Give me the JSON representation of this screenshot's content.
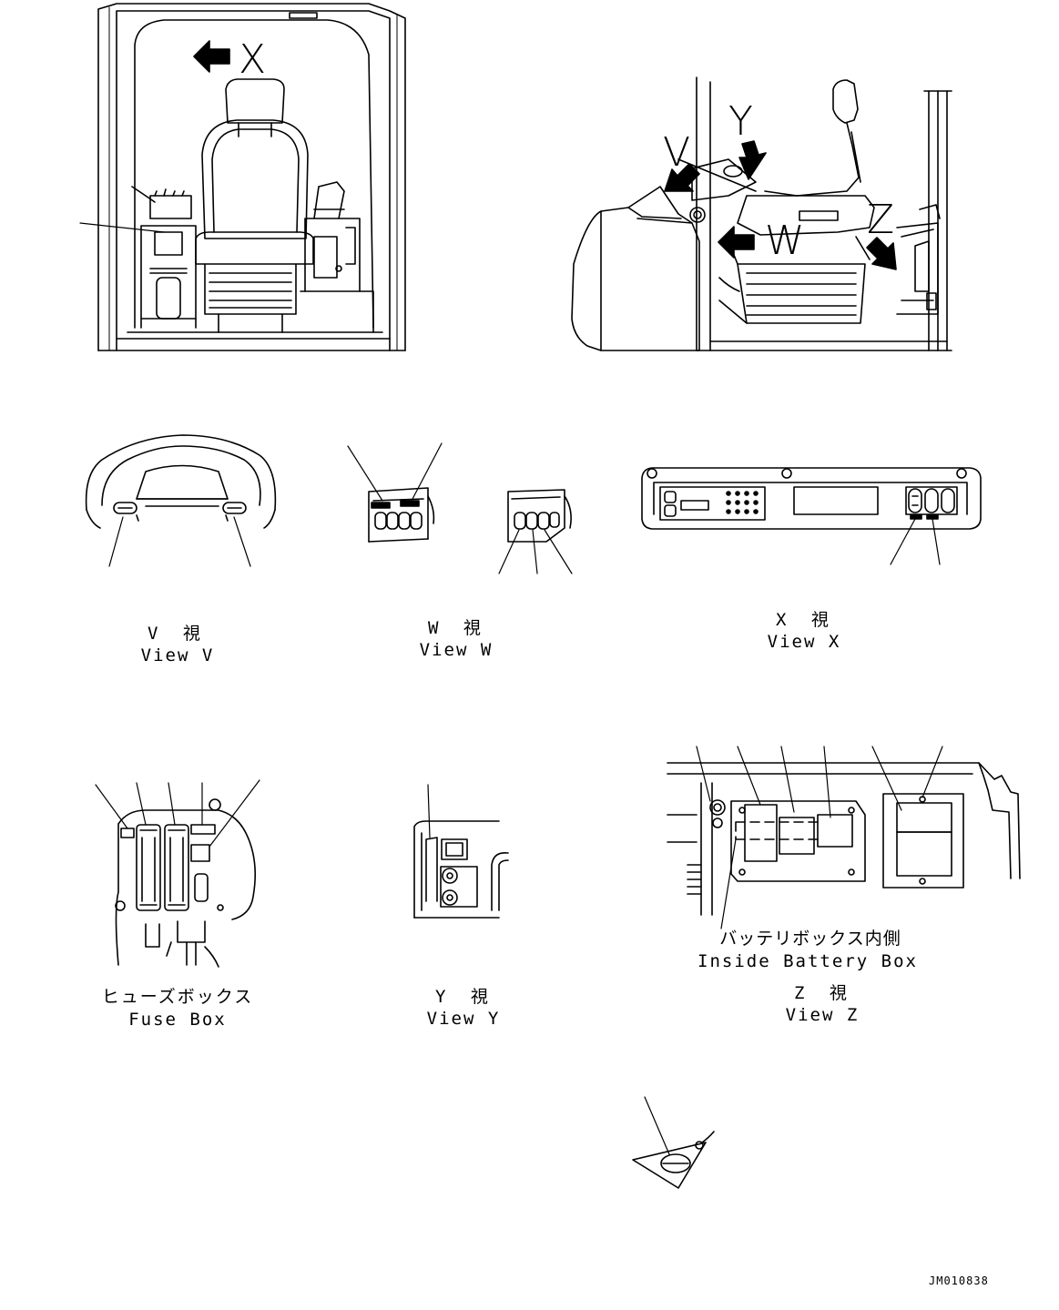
{
  "arrow_letters": {
    "x": "X",
    "v": "V",
    "y": "Y",
    "w": "W",
    "z": "Z"
  },
  "views": {
    "v": {
      "jp": "V 視",
      "en": "View V"
    },
    "w": {
      "jp": "W 視",
      "en": "View W"
    },
    "x": {
      "jp": "X 視",
      "en": "View X"
    },
    "fuse": {
      "jp": "ヒューズボックス",
      "en": "Fuse Box"
    },
    "y": {
      "jp": "Y 視",
      "en": "View Y"
    },
    "z": {
      "jp": "Z 視",
      "en": "View Z"
    }
  },
  "battery_box": {
    "jp": "バッテリボックス内側",
    "en": "Inside Battery Box"
  },
  "drawing_code": "JM010838",
  "colors": {
    "line": "#000000",
    "background": "#ffffff"
  }
}
